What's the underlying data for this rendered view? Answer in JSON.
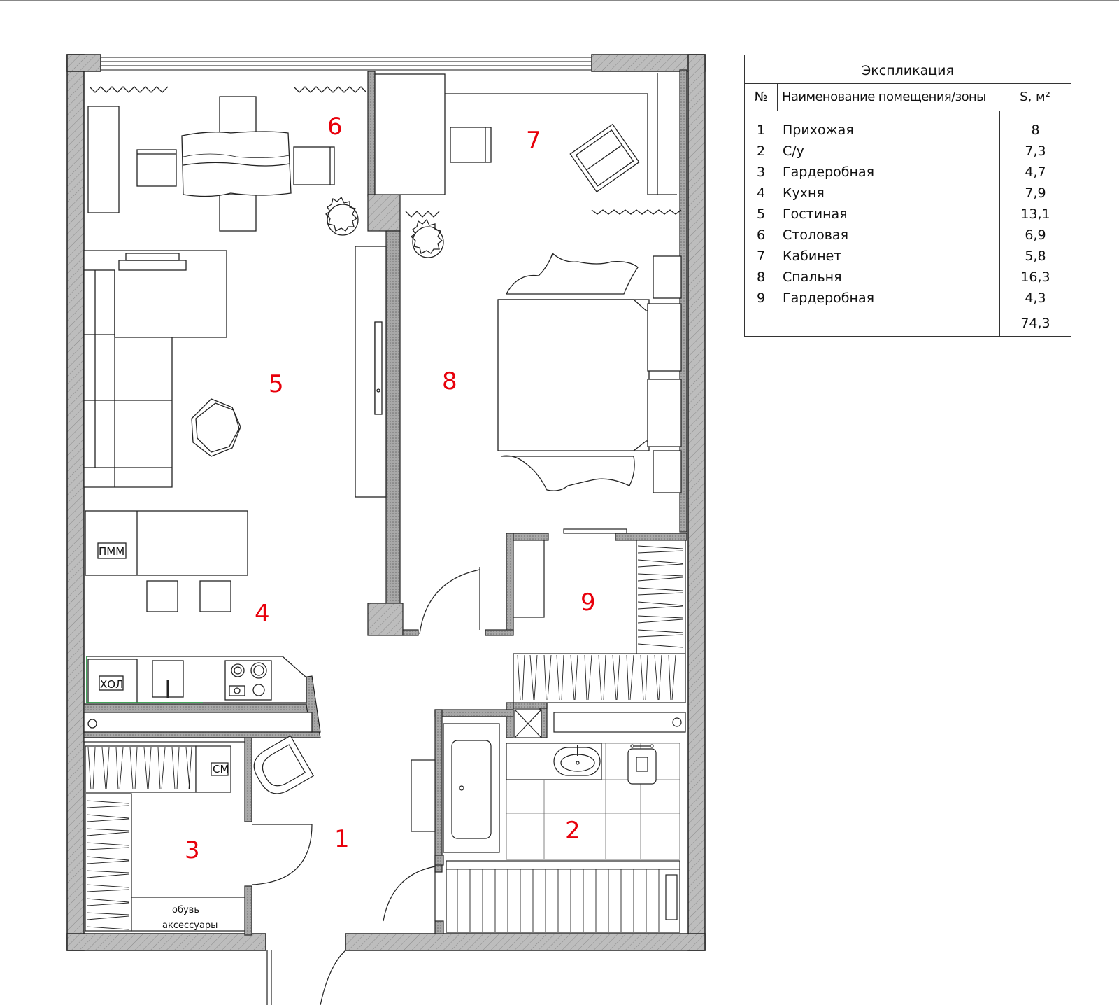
{
  "rooms": {
    "r1": "1",
    "r2": "2",
    "r3": "3",
    "r4": "4",
    "r5": "5",
    "r6": "6",
    "r7": "7",
    "r8": "8",
    "r9": "9"
  },
  "appliances": {
    "dishwasher": "ПММ",
    "fridge": "ХОЛ",
    "washer": "СМ",
    "shoes_line1": "обувь",
    "shoes_line2": "аксессуары"
  },
  "explication": {
    "title": "Экспликация",
    "col_no": "№",
    "col_name": "Наименование помещения/зоны",
    "col_area": "S, м²",
    "rows": [
      {
        "no": "1",
        "name": "Прихожая",
        "area": "8"
      },
      {
        "no": "2",
        "name": "С/у",
        "area": "7,3"
      },
      {
        "no": "3",
        "name": "Гардеробная",
        "area": "4,7"
      },
      {
        "no": "4",
        "name": "Кухня",
        "area": "7,9"
      },
      {
        "no": "5",
        "name": "Гостиная",
        "area": "13,1"
      },
      {
        "no": "6",
        "name": "Столовая",
        "area": "6,9"
      },
      {
        "no": "7",
        "name": "Кабинет",
        "area": "5,8"
      },
      {
        "no": "8",
        "name": "Спальня",
        "area": "16,3"
      },
      {
        "no": "9",
        "name": "Гардеробная",
        "area": "4,3"
      }
    ],
    "total": "74,3"
  },
  "colors": {
    "wall": "#bdbdbd",
    "line": "#222222",
    "room_number": "#e8000b"
  }
}
